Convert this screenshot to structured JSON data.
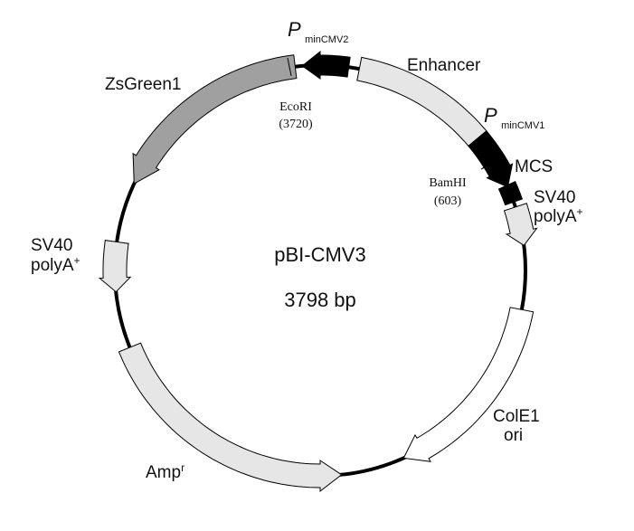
{
  "plasmid": {
    "name": "pBI-CMV3",
    "size": "3798 bp"
  },
  "features": {
    "zsgreen": "ZsGreen1",
    "enhancer": "Enhancer",
    "pmin2_p": "P",
    "pmin2_sub": "minCMV2",
    "pmin1_p": "P",
    "pmin1_sub": "minCMV1",
    "mcs": "MCS",
    "sv40_right_1": "SV40",
    "sv40_right_2": "polyA",
    "sv40_right_sup": "+",
    "sv40_left_1": "SV40",
    "sv40_left_2": "polyA",
    "sv40_left_sup": "+",
    "cole1_1": "ColE1",
    "cole1_2": "ori",
    "amp": "Amp",
    "amp_sup": "r"
  },
  "sites": {
    "ecori_name": "EcoRI",
    "ecori_pos": "(3720)",
    "bamhi_name": "BamHI",
    "bamhi_pos": "(603)"
  },
  "colors": {
    "backbone": "#000000",
    "zsgreen_fill": "#a0a0a0",
    "light_fill": "#e6e6e6",
    "white_fill": "#ffffff",
    "promoter_fill": "#000000"
  }
}
